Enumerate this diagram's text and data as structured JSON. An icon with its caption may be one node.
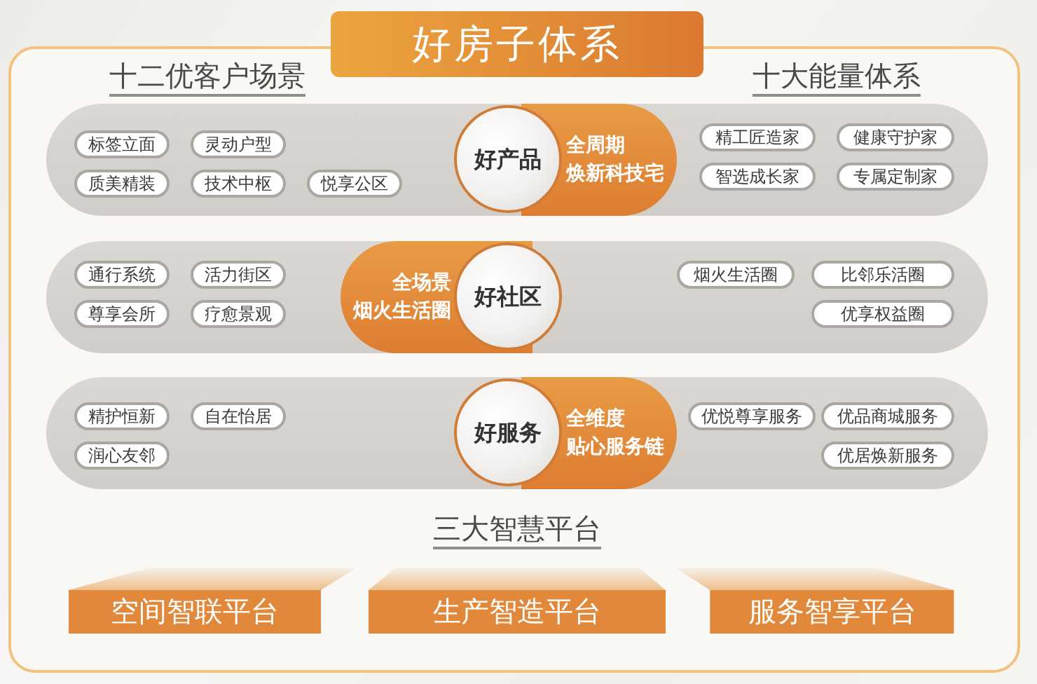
{
  "diagram": {
    "nodes": [
      {
        "text": [
          "好房子体系"
        ]
      },
      {
        "text": [],
        "shape": "band",
        "in": 0
      },
      {
        "text": [
          "标签立面"
        ],
        "in": 1
      },
      {
        "text": [
          "灵动户型"
        ],
        "in": 1
      },
      {
        "text": [
          "质美精装"
        ],
        "in": 1
      },
      {
        "text": [
          "技术中枢"
        ],
        "in": 1
      },
      {
        "text": [
          "悦享公区"
        ],
        "in": 1
      },
      {
        "text": [
          "好产品"
        ],
        "in": 1
      },
      {
        "text": [
          "全周期焕新科技宅"
        ],
        "in": 1
      },
      {
        "text": [
          "精工匠造家"
        ],
        "in": 1
      },
      {
        "text": [
          "健康守护家"
        ],
        "in": 1
      },
      {
        "text": [
          "智选成长家"
        ],
        "in": 1
      },
      {
        "text": [
          "专属定制家"
        ],
        "in": 1
      },
      {
        "text": [],
        "shape": "band",
        "in": 0
      },
      {
        "text": [
          "通行系统"
        ],
        "in": 13
      },
      {
        "text": [
          "活力街区"
        ],
        "in": 13
      },
      {
        "text": [
          "尊享会所"
        ],
        "in": 13
      },
      {
        "text": [
          "疗愈景观"
        ],
        "in": 13
      },
      {
        "text": [
          "全场景烟火生活圈"
        ],
        "in": 13
      },
      {
        "text": [
          "好社区"
        ],
        "in": 13
      },
      {
        "text": [
          "烟火生活圈"
        ],
        "in": 13
      },
      {
        "text": [
          "比邻乐活圈"
        ],
        "in": 13
      },
      {
        "text": [
          "优享权益圈"
        ],
        "in": 13
      },
      {
        "text": [],
        "shape": "band",
        "in": 0
      },
      {
        "text": [
          "精护恒新"
        ],
        "in": 23
      },
      {
        "text": [
          "自在怡居"
        ],
        "in": 23
      },
      {
        "text": [
          "润心友邻"
        ],
        "in": 23
      },
      {
        "text": [
          "好服务"
        ],
        "in": 23
      },
      {
        "text": [
          "全维度贴心服务链"
        ],
        "in": 23
      },
      {
        "text": [
          "优悦尊享服务"
        ],
        "in": 23
      },
      {
        "text": [
          "优品商城服务"
        ],
        "in": 23
      },
      {
        "text": [
          "优居焕新服务"
        ],
        "in": 23
      },
      {
        "text": [
          "空间智联平台"
        ],
        "in": 0
      },
      {
        "text": [
          "生产智造平台"
        ],
        "in": 0
      },
      {
        "text": [
          "服务智享平台"
        ],
        "in": 0
      }
    ],
    "labels": [
      "十二优客户场景",
      "十大能量体系",
      "三大智慧平台"
    ]
  }
}
